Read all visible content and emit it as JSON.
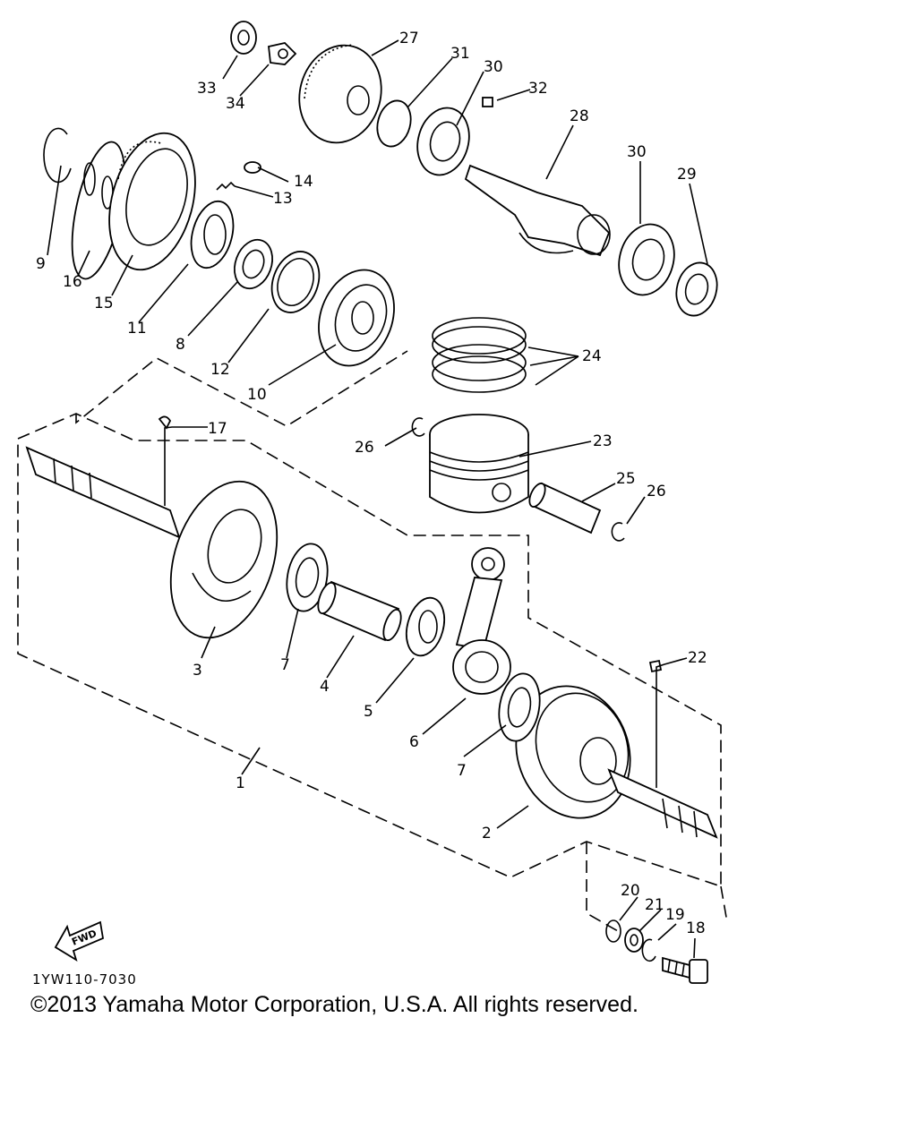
{
  "diagram": {
    "callouts": {
      "p1": "1",
      "p2": "2",
      "p3": "3",
      "p4": "4",
      "p5": "5",
      "p6": "6",
      "p7a": "7",
      "p7b": "7",
      "p8": "8",
      "p9": "9",
      "p10": "10",
      "p11": "11",
      "p12": "12",
      "p13": "13",
      "p14": "14",
      "p15": "15",
      "p16": "16",
      "p17": "17",
      "p18": "18",
      "p19": "19",
      "p20": "20",
      "p21": "21",
      "p22": "22",
      "p23": "23",
      "p24": "24",
      "p25": "25",
      "p26a": "26",
      "p26b": "26",
      "p27": "27",
      "p28": "28",
      "p29": "29",
      "p30a": "30",
      "p30b": "30",
      "p31": "31",
      "p32": "32",
      "p33": "33",
      "p34": "34"
    },
    "fwd_label": "FWD",
    "drawing_code": "1YW110-7030"
  },
  "footer": {
    "copyright": "©2013 Yamaha Motor Corporation, U.S.A. All rights reserved."
  }
}
